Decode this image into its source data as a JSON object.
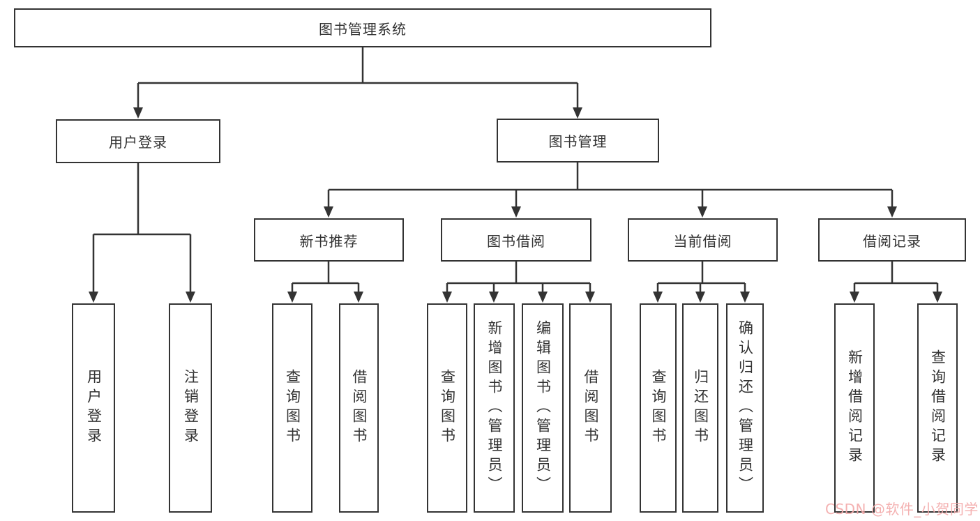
{
  "diagram": {
    "root": {
      "label": "图书管理系统"
    },
    "level2": [
      {
        "label": "用户登录",
        "children": [
          {
            "label": "用户登录"
          },
          {
            "label": "注销登录"
          }
        ]
      },
      {
        "label": "图书管理",
        "children": [
          {
            "label": "新书推荐",
            "children": [
              {
                "label": "查询图书"
              },
              {
                "label": "借阅图书"
              }
            ]
          },
          {
            "label": "图书借阅",
            "children": [
              {
                "label": "查询图书"
              },
              {
                "label": "新增图书（管理员）"
              },
              {
                "label": "编辑图书（管理员）"
              },
              {
                "label": "借阅图书"
              }
            ]
          },
          {
            "label": "当前借阅",
            "children": [
              {
                "label": "查询图书"
              },
              {
                "label": "归还图书"
              },
              {
                "label": "确认归还（管理员）"
              }
            ]
          },
          {
            "label": "借阅记录",
            "children": [
              {
                "label": "新增借阅记录"
              },
              {
                "label": "查询借阅记录"
              }
            ]
          }
        ]
      }
    ]
  },
  "watermark": {
    "text": "CSDN @软件_小贺同学",
    "color": "#f3aaaa"
  },
  "colors": {
    "line": "#333333",
    "box_border": "#333333",
    "text": "#333333",
    "background": "#ffffff"
  }
}
